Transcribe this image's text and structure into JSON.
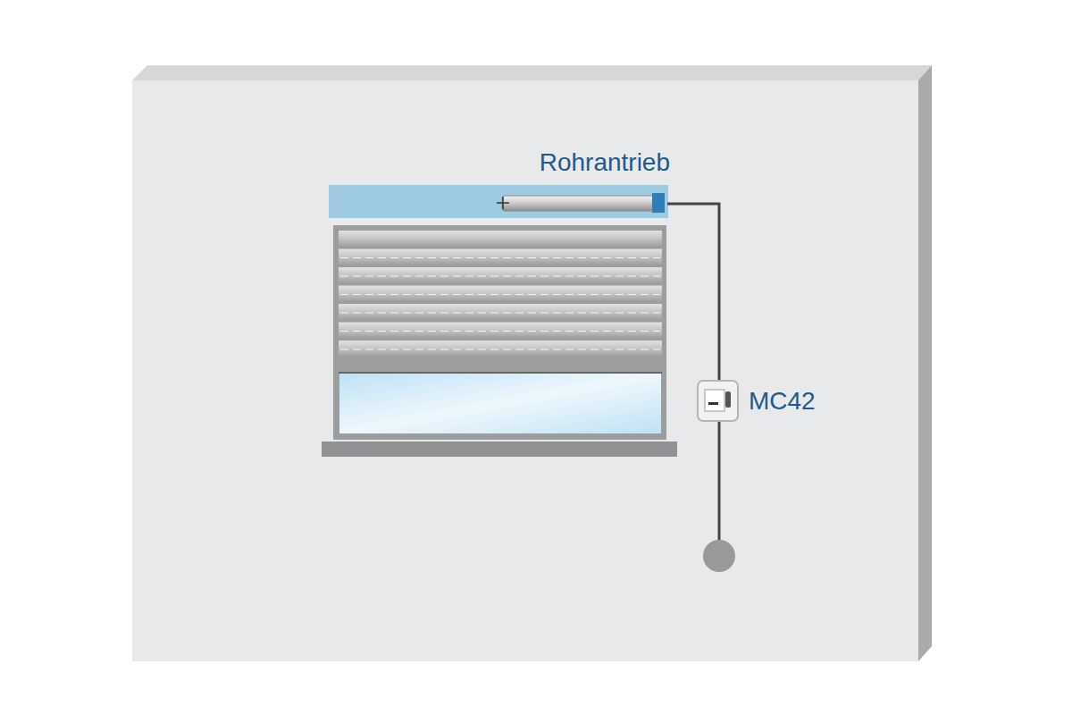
{
  "diagram": {
    "nodes": [
      {
        "text": [
          "Rohrantrieb"
        ]
      },
      {
        "text": [
          "MC42"
        ]
      }
    ],
    "edges": [
      {
        "from": 0,
        "to": 1,
        "arrow": "none"
      }
    ]
  }
}
